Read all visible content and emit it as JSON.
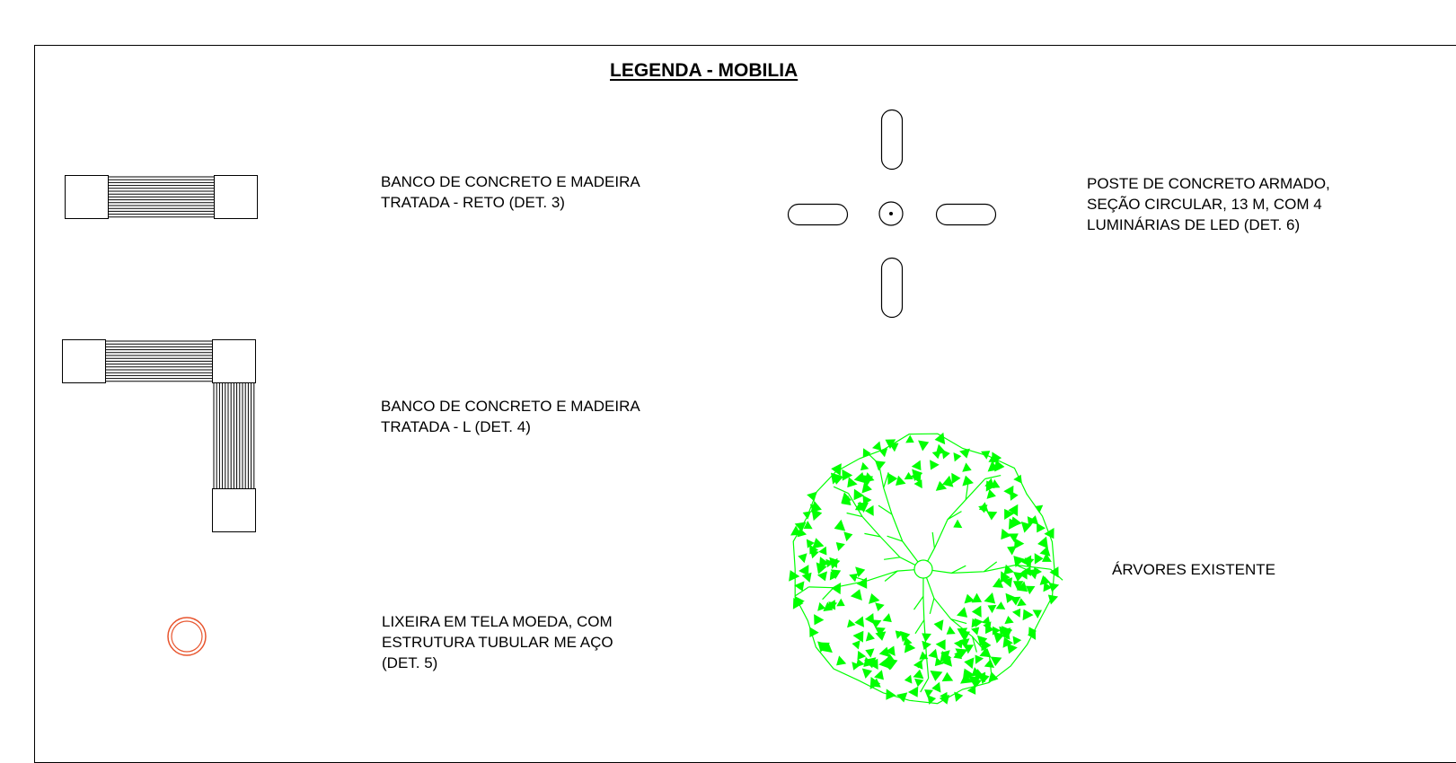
{
  "title": "LEGENDA - MOBILIA",
  "items": [
    {
      "symbol": "straight-bench",
      "lines": [
        "BANCO DE CONCRETO E MADEIRA",
        "TRATADA - RETO (DET. 3)"
      ]
    },
    {
      "symbol": "l-bench",
      "lines": [
        "BANCO DE CONCRETO E MADEIRA",
        "TRATADA - L (DET. 4)"
      ]
    },
    {
      "symbol": "trash-bin",
      "color": "#e8552e",
      "lines": [
        "LIXEIRA EM TELA MOEDA, COM",
        "ESTRUTURA TUBULAR ME AÇO",
        "(DET. 5)"
      ]
    },
    {
      "symbol": "light-pole",
      "lines": [
        "POSTE DE CONCRETO ARMADO,",
        "SEÇÃO CIRCULAR, 13 M, COM 4",
        "LUMINÁRIAS DE LED (DET. 6)"
      ]
    },
    {
      "symbol": "tree",
      "color": "#00ff00",
      "lines": [
        "ÁRVORES EXISTENTE"
      ]
    }
  ]
}
